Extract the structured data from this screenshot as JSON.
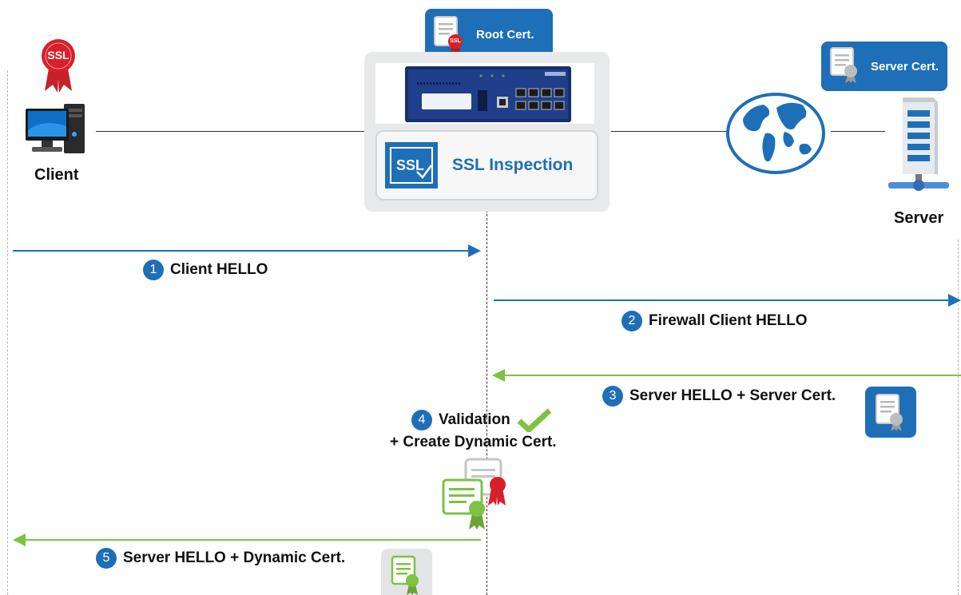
{
  "client": {
    "label": "Client",
    "badge_text": "SSL"
  },
  "server": {
    "label": "Server"
  },
  "root_cert": {
    "label": "Root Cert.",
    "seal_text": "SSL"
  },
  "server_cert": {
    "label": "Server Cert."
  },
  "firewall": {
    "inspection_label": "SSL Inspection",
    "logo_text": "SSL"
  },
  "steps": [
    {
      "number": "1",
      "text": "Client HELLO"
    },
    {
      "number": "2",
      "text": "Firewall Client HELLO"
    },
    {
      "number": "3",
      "text": "Server HELLO + Server Cert."
    },
    {
      "number": "4",
      "text": "Validation",
      "subtext": "+ Create Dynamic Cert."
    },
    {
      "number": "5",
      "text": "Server HELLO + Dynamic Cert."
    }
  ],
  "colors": {
    "blue": "#1e6fb7",
    "green": "#7dc243",
    "red": "#d7202b",
    "gray": "#a7a9ac"
  }
}
